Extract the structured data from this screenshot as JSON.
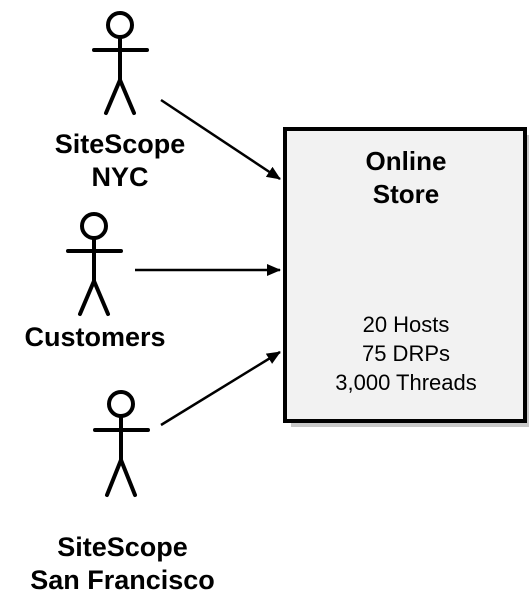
{
  "actors": [
    {
      "id": "nyc",
      "line1": "SiteScope",
      "line2": "NYC"
    },
    {
      "id": "customers",
      "line1": "Customers",
      "line2": ""
    },
    {
      "id": "sf",
      "line1": "SiteScope",
      "line2": "San Francisco"
    }
  ],
  "store": {
    "title_line1": "Online",
    "title_line2": "Store",
    "details": [
      "20 Hosts",
      "75 DRPs",
      "3,000 Threads"
    ]
  },
  "colors": {
    "stroke": "#000000",
    "box_fill": "#f2f2f2",
    "shadow": "#9a9a9a"
  }
}
